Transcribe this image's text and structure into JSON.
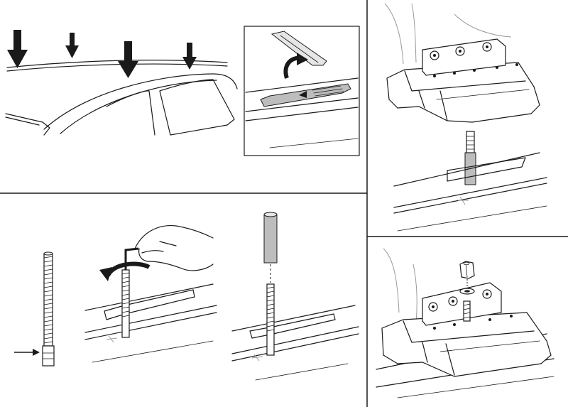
{
  "figure": {
    "panels": [
      {
        "id": "roof-overview",
        "content": "roof-with-four-arrows"
      },
      {
        "id": "cover-removal",
        "content": "slide-cover-lift"
      },
      {
        "id": "foot-onto-bolt",
        "content": "foot-over-spacer"
      },
      {
        "id": "bolt-install",
        "content": "bolt-hex-key-spacer"
      },
      {
        "id": "nut-tighten",
        "content": "nut-washer-on-foot"
      }
    ],
    "icons": [
      "down-arrow-icon",
      "curved-arrow-icon",
      "hex-key-icon",
      "right-arrow-icon"
    ]
  }
}
